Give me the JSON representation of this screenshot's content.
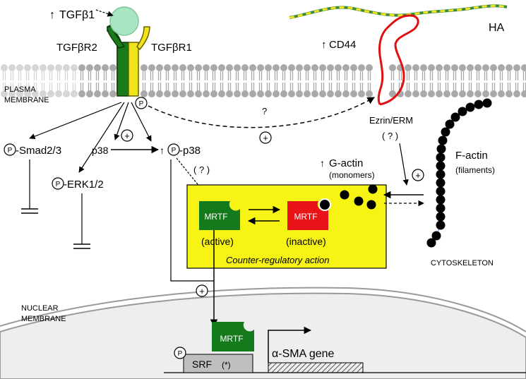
{
  "ligand": {
    "arrow": "↑",
    "label": "TGFβ1"
  },
  "receptors": {
    "r2": "TGFβR2",
    "r1": "TGFβR1"
  },
  "cd44": {
    "arrow": "↑",
    "label": "CD44"
  },
  "ha": "HA",
  "plasma_membrane": [
    "PLASMA",
    "MEMBRANE"
  ],
  "nuclear_membrane": [
    "NUCLEAR",
    "MEMBRANE"
  ],
  "phospho": "P",
  "plus": "+",
  "question": "?",
  "question_paren": "( ? )",
  "smad": "-Smad2/3",
  "erk": "-ERK1/2",
  "p38_plain": "p38",
  "p38_up_arrow": "↑",
  "p38_phospho": "-p38",
  "ezrin": "Ezrin/ERM",
  "gactin": {
    "arrow": "↑",
    "label": "G-actin",
    "sub": "(monomers)"
  },
  "factin": {
    "label": "F-actin",
    "sub": "(filaments)"
  },
  "mrtf": "MRTF",
  "mrtf_active": "(active)",
  "mrtf_inactive": "(inactive)",
  "counter_reg": "Counter-regulatory action",
  "cytoskeleton": "CYTOSKELETON",
  "srf": "SRF",
  "srf_note": "(*)",
  "gene": "α-SMA gene",
  "colors": {
    "receptor_r2": "#1a7a1a",
    "receptor_r1": "#f2e41c",
    "ligand": "#a8e6c1",
    "cd44": "#e01010",
    "ha_dash": "#f2e41c",
    "ha_line": "#3c8a3c",
    "box": "#f7f315",
    "mrtf_active": "#157a1c",
    "mrtf_inactive": "#e8141a",
    "lipid": "#a9a9a9"
  }
}
